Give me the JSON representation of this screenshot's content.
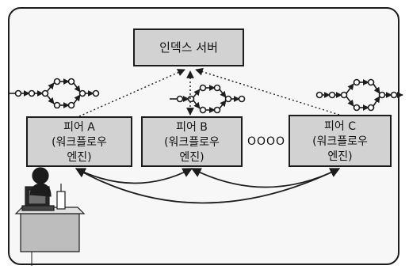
{
  "diagram": {
    "index_server": {
      "label": "인덱스 서버"
    },
    "peers": [
      {
        "name": "피어 A",
        "line2": "(워크플로우",
        "line3": "엔진)"
      },
      {
        "name": "피어 B",
        "line2": "(워크플로우",
        "line3": "엔진)"
      },
      {
        "name": "피어 C",
        "line2": "(워크플로우",
        "line3": "엔진)"
      }
    ],
    "ellipsis": "OOOO",
    "icons": [
      "workflow-graph-icon",
      "workflow-graph-icon",
      "workflow-graph-icon",
      "user-at-computer-icon"
    ],
    "colors": {
      "box_fill": "#d2d2d2",
      "frame_fill": "#f7f7f7",
      "stroke": "#1c1c1c"
    }
  }
}
